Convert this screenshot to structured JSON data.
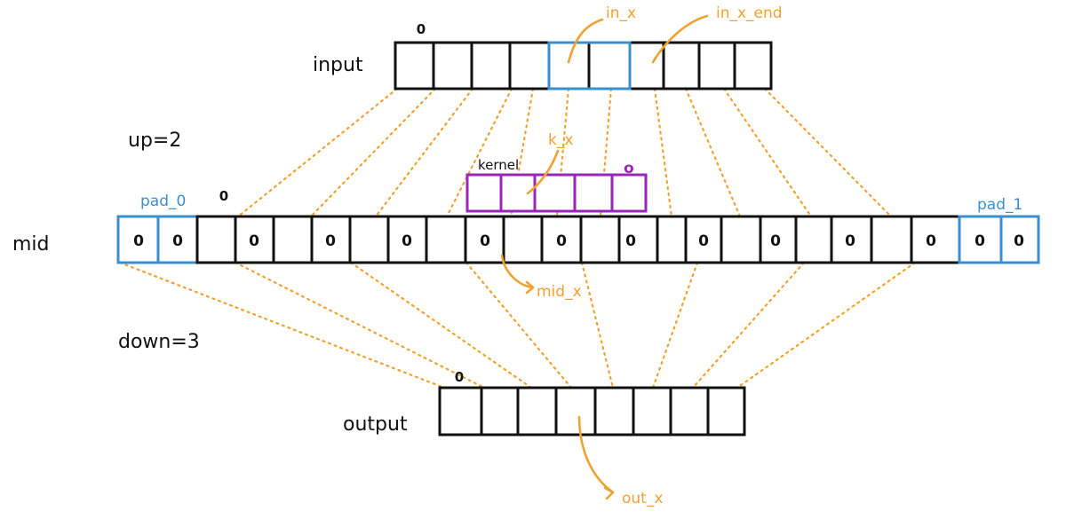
{
  "labels": {
    "input": "input",
    "mid": "mid",
    "output": "output",
    "up": "up=2",
    "down": "down=3",
    "kernel": "kernel",
    "pad_0": "pad_0",
    "pad_1": "pad_1",
    "in_x": "in_x",
    "in_x_end": "in_x_end",
    "k_x": "k_x",
    "mid_x": "mid_x",
    "out_x": "out_x",
    "zero": "0",
    "kernel_origin": "o"
  },
  "colors": {
    "ink": "#111111",
    "highlight": "#3a8fd0",
    "annotation": "#f0a132",
    "kernel": "#9a26b8"
  }
}
